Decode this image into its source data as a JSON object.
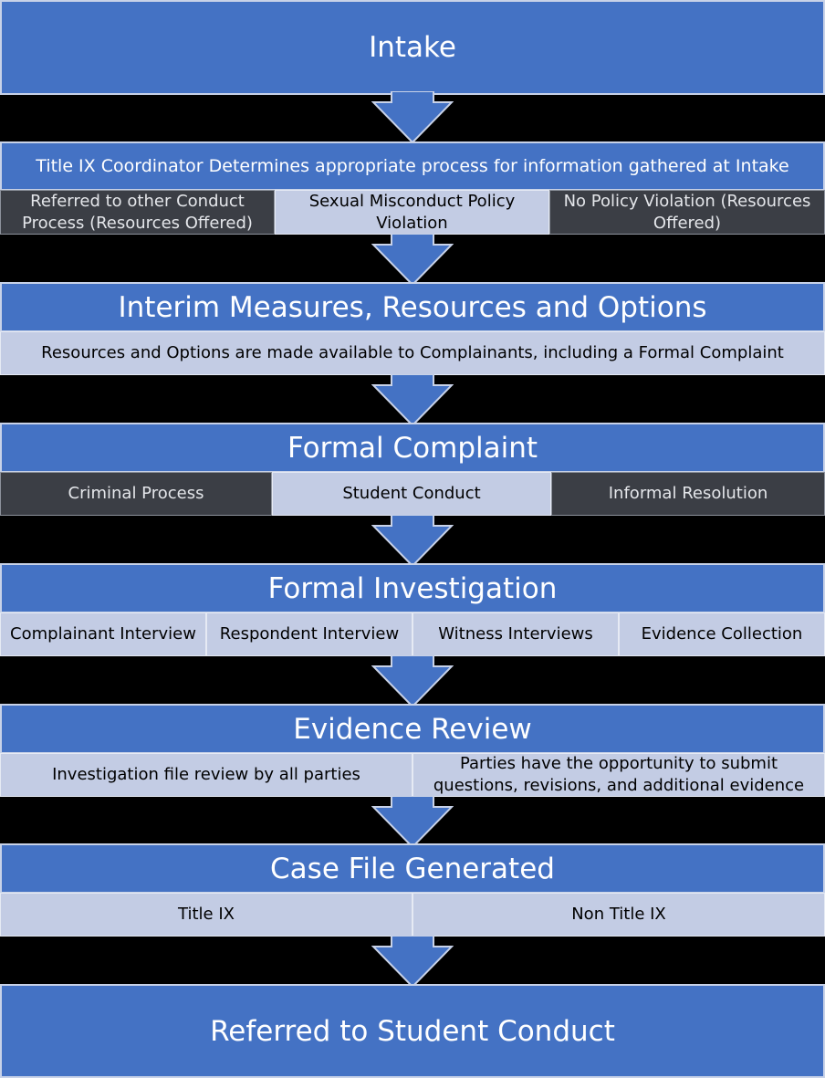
{
  "colors": {
    "blue": "#4472c4",
    "light": "#c3cce4",
    "dark": "#3b3e45",
    "background": "#000000"
  },
  "stages": {
    "intake": {
      "title": "Intake"
    },
    "determination": {
      "title": "Title IX Coordinator Determines appropriate process for information gathered at Intake",
      "options": [
        "Referred to other Conduct Process (Resources Offered)",
        "Sexual Misconduct Policy Violation",
        "No Policy Violation (Resources Offered)"
      ]
    },
    "interim": {
      "title": "Interim Measures, Resources and Options",
      "note": "Resources and Options are made available to Complainants, including a Formal Complaint"
    },
    "formal_complaint": {
      "title": "Formal Complaint",
      "options": [
        "Criminal Process",
        "Student Conduct",
        "Informal Resolution"
      ]
    },
    "investigation": {
      "title": "Formal Investigation",
      "steps": [
        "Complainant Interview",
        "Respondent Interview",
        "Witness Interviews",
        "Evidence Collection"
      ]
    },
    "evidence_review": {
      "title": "Evidence Review",
      "steps": [
        "Investigation file review by all parties",
        "Parties have the opportunity to submit questions, revisions, and additional evidence"
      ]
    },
    "case_file": {
      "title": "Case File Generated",
      "options": [
        "Title IX",
        "Non Title IX"
      ]
    },
    "referral": {
      "title": "Referred to Student Conduct"
    }
  }
}
